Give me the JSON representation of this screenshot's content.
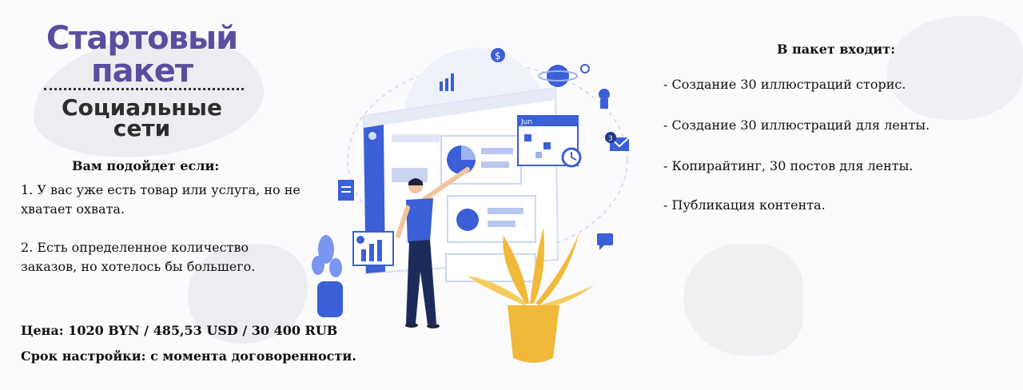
{
  "title": {
    "main_line1": "Стартовый",
    "main_line2": "пакет",
    "sub_line1": "Социальные",
    "sub_line2": "сети"
  },
  "suitability": {
    "heading": "Вам подойдет если:",
    "reasons": [
      "1. У вас уже есть товар или услуга, но не хватает охвата.",
      "2. Есть определенное количество заказов, но хотелось бы большего."
    ]
  },
  "package": {
    "heading": "В пакет входит:",
    "items": [
      "- Создание 30 иллюстраций сторис.",
      "- Создание 30 иллюстраций для ленты.",
      "- Копирайтинг, 30 постов для ленты.",
      "- Публикация контента."
    ]
  },
  "price": "Цена: 1020 BYN / 485,53 USD / 30 400 RUB",
  "term": "Срок настройки: с момента договоренности.",
  "illustration": {
    "calendar_label": "Jun",
    "badge_number": "3",
    "coin_symbol": "$"
  },
  "colors": {
    "title_purple": "#5b4d9e",
    "accent_blue": "#3a5fd6",
    "plant_yellow": "#f0b93a"
  }
}
